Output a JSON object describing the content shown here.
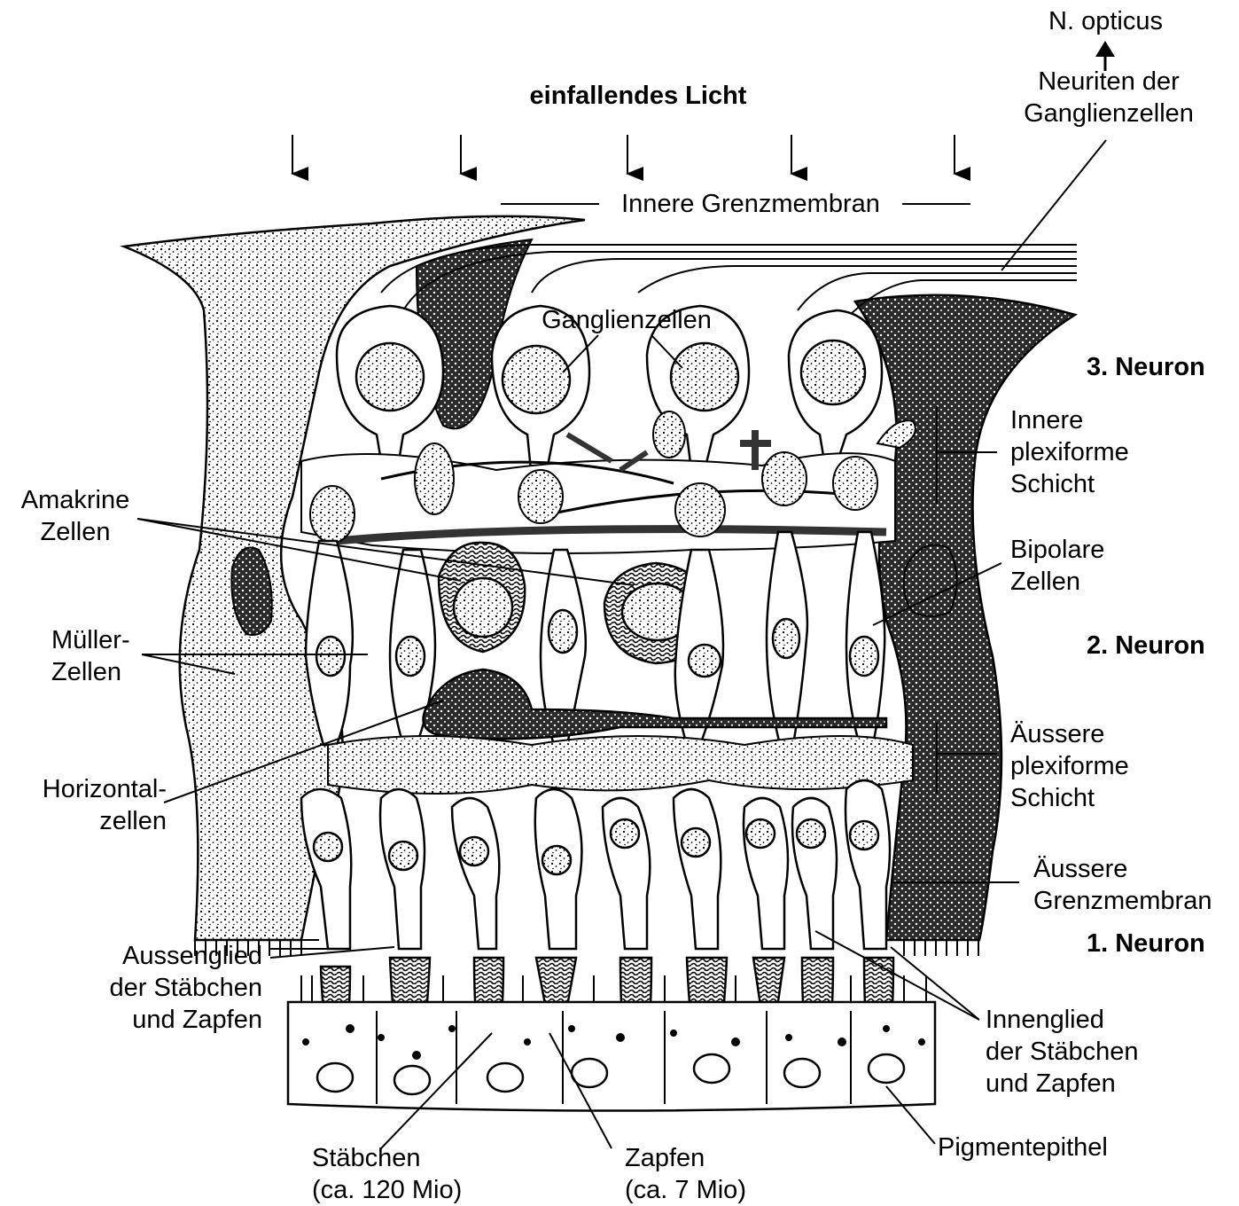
{
  "labels": {
    "n_opticus": "N. opticus",
    "neuriten_1": "Neuriten der",
    "neuriten_2": "Ganglienzellen",
    "einfallendes_licht": "einfallendes Licht",
    "innere_grenzmembran": "Innere Grenzmembran",
    "ganglienzellen": "Ganglienzellen",
    "neuron3": "3. Neuron",
    "innere_plex_1": "Innere",
    "innere_plex_2": "plexiforme",
    "innere_plex_3": "Schicht",
    "amakrine_1": "Amakrine",
    "amakrine_2": "Zellen",
    "bipolare_1": "Bipolare",
    "bipolare_2": "Zellen",
    "mueller_1": "Müller-",
    "mueller_2": "Zellen",
    "neuron2": "2. Neuron",
    "aeussere_plex_1": "Äussere",
    "aeussere_plex_2": "plexiforme",
    "aeussere_plex_3": "Schicht",
    "horizontal_1": "Horizontal-",
    "horizontal_2": "zellen",
    "aeussere_grenz_1": "Äussere",
    "aeussere_grenz_2": "Grenzmembran",
    "neuron1": "1. Neuron",
    "aussenglied_1": "Aussenglied",
    "aussenglied_2": "der Stäbchen",
    "aussenglied_3": "und Zapfen",
    "innenglied_1": "Innenglied",
    "innenglied_2": "der Stäbchen",
    "innenglied_3": "und Zapfen",
    "pigmentepithel": "Pigmentepithel",
    "staebchen_1": "Stäbchen",
    "staebchen_2": "(ca. 120 Mio)",
    "zapfen_1": "Zapfen",
    "zapfen_2": "(ca. 7 Mio)"
  }
}
